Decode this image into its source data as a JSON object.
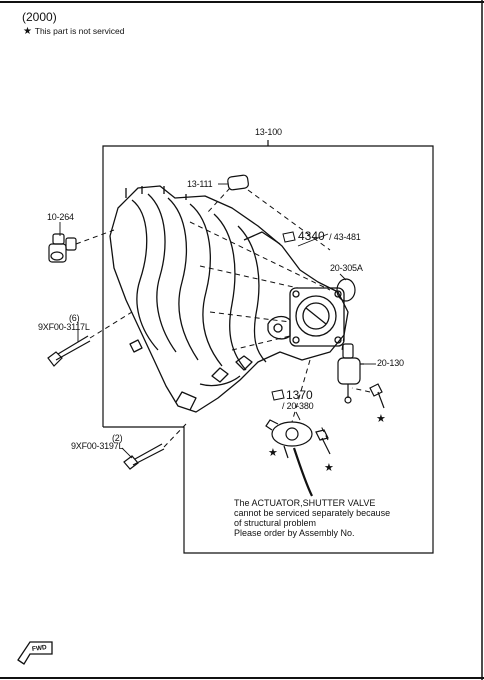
{
  "header": {
    "year_code": "(2000)",
    "star_glyph": "★",
    "legend_text": "This part is not serviced"
  },
  "parts": {
    "assembly": "13-100",
    "p13_111": "13-111",
    "p10_264": "10-264",
    "ref_4340": "4340",
    "ref_43_481": "/ 43-481",
    "p20_305a": "20-305A",
    "bolt_3117": "9XF00-3117L",
    "qty_6": "(6)",
    "p20_130": "20-130",
    "ref_1370": "1370",
    "ref_20_380": "/ 20-380",
    "bolt_3197": "9XF00-3197L",
    "qty_2": "(2)"
  },
  "note": {
    "line1": "The ACTUATOR,SHUTTER VALVE",
    "line2": "cannot be serviced separately because",
    "line3": "of structural problem",
    "line4": "Please order by Assembly No."
  },
  "fwd_label": "FWD"
}
